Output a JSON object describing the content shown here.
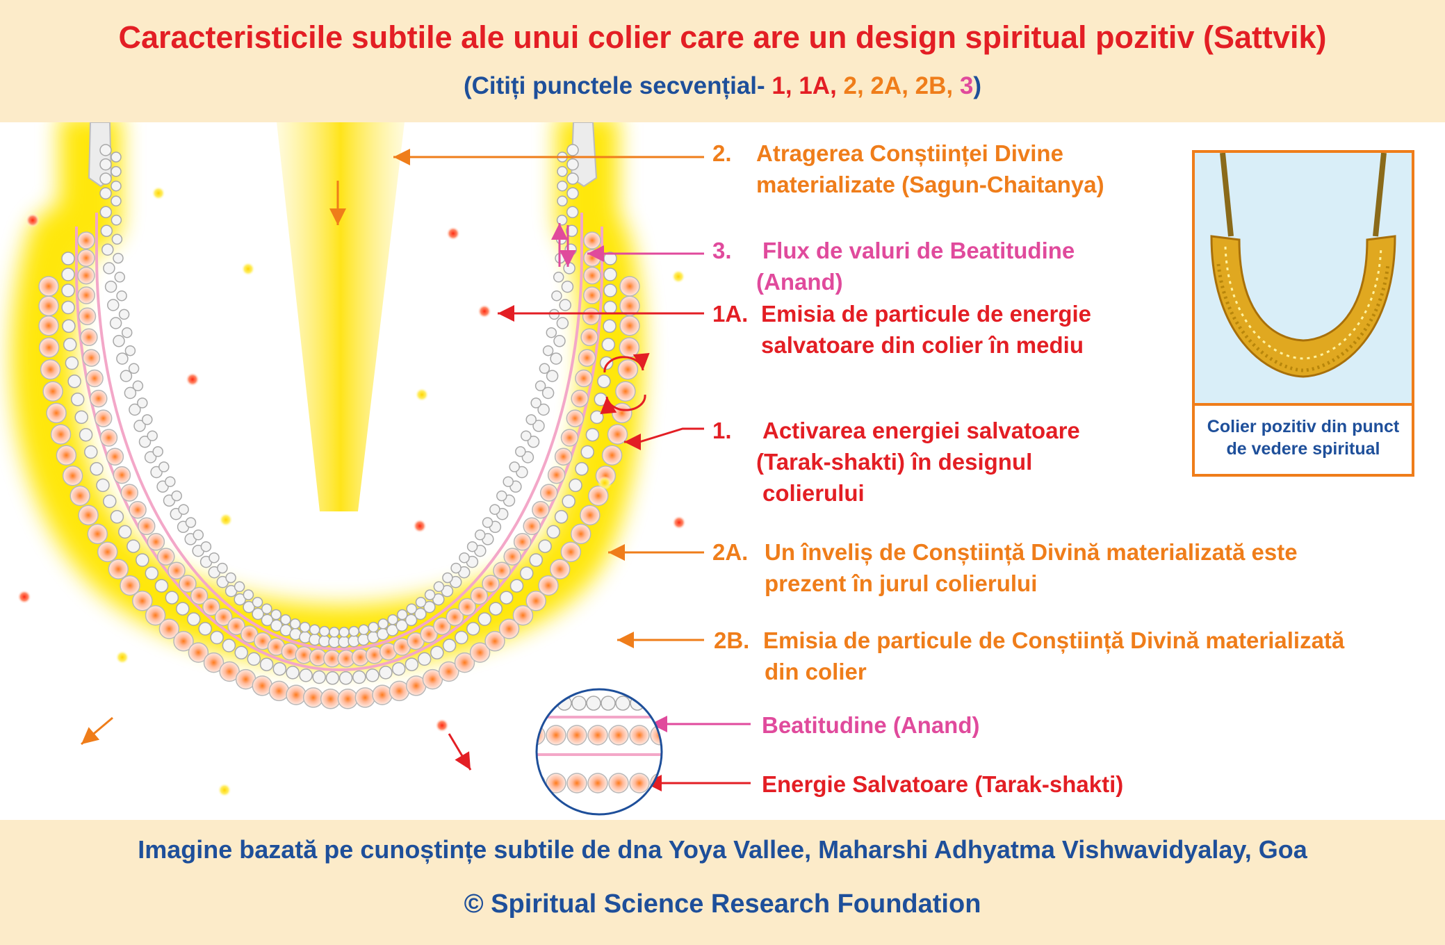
{
  "header": {
    "title": "Caracteristicile subtile ale unui colier care are un design spiritual pozitiv (Sattvik)",
    "subtitle_prefix": "(Citiți punctele secvențial- ",
    "sequence": [
      "1",
      "1A",
      "2",
      "2A",
      "2B",
      "3"
    ],
    "subtitle_suffix": ")"
  },
  "labels": {
    "l2": {
      "number": "2.",
      "line1": "Atragerea Conștiinței Divine",
      "line2": "materializate (Sagun-Chaitanya)"
    },
    "l3": {
      "number": "3.",
      "line1": "Flux de valuri de Beatitudine",
      "line2": "(Anand)"
    },
    "l1a": {
      "number": "1A.",
      "line1": "Emisia de particule de energie",
      "line2": "salvatoare din colier în mediu"
    },
    "l1": {
      "number": "1.",
      "line1": "Activarea energiei salvatoare",
      "line2": "(Tarak-shakti) în designul",
      "line3": "colierului"
    },
    "l2a": {
      "number": "2A.",
      "line1": "Un înveliș de Conștiință Divină materializată este",
      "line2": "prezent în jurul colierului"
    },
    "l2b": {
      "number": "2B.",
      "line1": "Emisia de particule de Conștiință Divină materializată",
      "line2": "din colier"
    }
  },
  "legend": {
    "bliss": "Beatitudine (Anand)",
    "energy": "Energie Salvatoare (Tarak-shakti)"
  },
  "photo": {
    "caption": "Colier pozitiv din punct de vedere spiritual"
  },
  "footer": {
    "credit": "Imagine bazată pe cunoștințe subtile de dna Yoya Vallee, Maharshi Adhyatma Vishwavidyalay, Goa",
    "copyright": "© Spiritual Science Research Foundation"
  },
  "colors": {
    "red": "#e31e24",
    "orange": "#ef7d1a",
    "pink": "#e04a9c",
    "blue": "#1e4f9a",
    "band": "#fcebc9",
    "glow": "#ffe600"
  }
}
